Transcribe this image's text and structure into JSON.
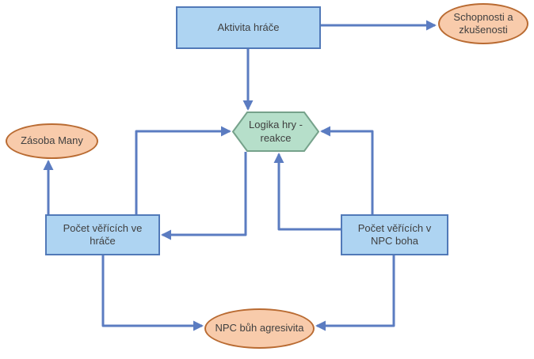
{
  "diagram": {
    "nodes": {
      "aktivita": {
        "label": "Aktivita hráče",
        "shape": "rect"
      },
      "schopnosti": {
        "label": "Schopnosti a zkušenosti",
        "shape": "ellipse"
      },
      "logika": {
        "label": "Logika hry - reakce",
        "shape": "hexagon"
      },
      "zasoba": {
        "label": "Zásoba Many",
        "shape": "ellipse"
      },
      "pocet_hrace": {
        "label": "Počet věřících ve hráče",
        "shape": "rect"
      },
      "pocet_npc": {
        "label": "Počet věřících v NPC boha",
        "shape": "rect"
      },
      "npc_agresivita": {
        "label": "NPC bůh agresivita",
        "shape": "ellipse"
      }
    },
    "edges": [
      {
        "from": "aktivita",
        "to": "schopnosti"
      },
      {
        "from": "aktivita",
        "to": "logika"
      },
      {
        "from": "pocet_hrace",
        "to": "logika",
        "via": "left"
      },
      {
        "from": "logika",
        "to": "pocet_hrace"
      },
      {
        "from": "pocet_npc",
        "to": "logika",
        "via": "bottom"
      },
      {
        "from": "pocet_npc",
        "to": "logika",
        "via": "right"
      },
      {
        "from": "pocet_hrace",
        "to": "zasoba"
      },
      {
        "from": "pocet_hrace",
        "to": "npc_agresivita"
      },
      {
        "from": "pocet_npc",
        "to": "npc_agresivita"
      }
    ],
    "colors": {
      "background": "#ffffff",
      "rect_fill": "#aed4f2",
      "rect_border": "#5179b8",
      "ellipse_fill": "#f8cbab",
      "ellipse_border": "#b96b32",
      "hexagon_fill": "#b6dfca",
      "hexagon_border": "#76a28b",
      "arrow": "#5b7cc1",
      "text": "#3f3f3f"
    }
  }
}
